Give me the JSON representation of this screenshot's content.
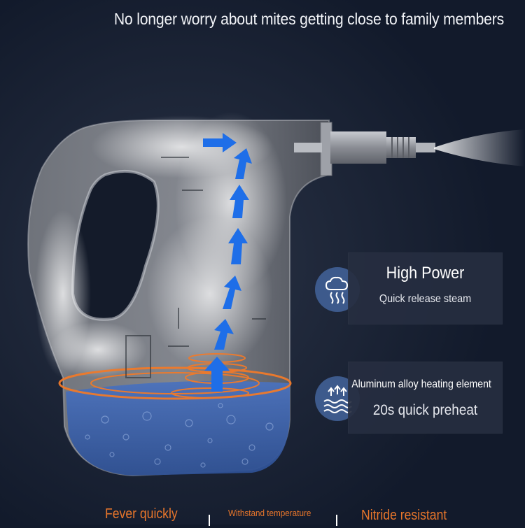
{
  "headline": "No longer worry about mites getting close to family members",
  "features": [
    {
      "title": "High Power",
      "subtitle": "Quick release steam",
      "icon": "steam-cloud-icon"
    },
    {
      "title": "Aluminum alloy heating element",
      "subtitle": "20s quick preheat",
      "icon": "heating-waves-icon"
    }
  ],
  "bottom_labels": [
    "Fever quickly",
    "Withstand temperature",
    "Nitride resistant"
  ],
  "colors": {
    "background": "#121a2b",
    "accent": "#e8762b",
    "icon_circle": "#3d5a8c",
    "arrow": "#1e6ee8",
    "water": "#3a5fa8"
  }
}
